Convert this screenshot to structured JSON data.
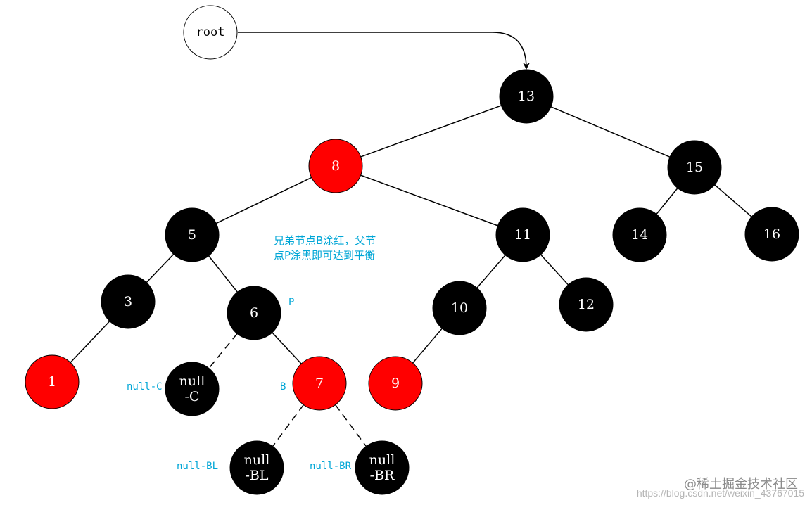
{
  "diagram": {
    "root": {
      "label": "root"
    },
    "nodes": [
      {
        "id": "n13",
        "lines": [
          "13"
        ],
        "color": "black"
      },
      {
        "id": "n8",
        "lines": [
          "8"
        ],
        "color": "red"
      },
      {
        "id": "n15",
        "lines": [
          "15"
        ],
        "color": "black"
      },
      {
        "id": "n5",
        "lines": [
          "5"
        ],
        "color": "black"
      },
      {
        "id": "n11",
        "lines": [
          "11"
        ],
        "color": "black"
      },
      {
        "id": "n14",
        "lines": [
          "14"
        ],
        "color": "black"
      },
      {
        "id": "n16",
        "lines": [
          "16"
        ],
        "color": "black"
      },
      {
        "id": "n3",
        "lines": [
          "3"
        ],
        "color": "black"
      },
      {
        "id": "n6",
        "lines": [
          "6"
        ],
        "color": "black"
      },
      {
        "id": "n10",
        "lines": [
          "10"
        ],
        "color": "black"
      },
      {
        "id": "n12",
        "lines": [
          "12"
        ],
        "color": "black"
      },
      {
        "id": "n1",
        "lines": [
          "1"
        ],
        "color": "red"
      },
      {
        "id": "nC",
        "lines": [
          "null",
          "-C"
        ],
        "color": "black"
      },
      {
        "id": "n7",
        "lines": [
          "7"
        ],
        "color": "red"
      },
      {
        "id": "n9",
        "lines": [
          "9"
        ],
        "color": "red"
      },
      {
        "id": "nBL",
        "lines": [
          "null",
          "-BL"
        ],
        "color": "black"
      },
      {
        "id": "nBR",
        "lines": [
          "null",
          "-BR"
        ],
        "color": "black"
      }
    ],
    "edges": [
      {
        "from": "n13",
        "to": "n8",
        "style": "solid"
      },
      {
        "from": "n13",
        "to": "n15",
        "style": "solid"
      },
      {
        "from": "n8",
        "to": "n5",
        "style": "solid"
      },
      {
        "from": "n8",
        "to": "n11",
        "style": "solid"
      },
      {
        "from": "n15",
        "to": "n14",
        "style": "solid"
      },
      {
        "from": "n15",
        "to": "n16",
        "style": "solid"
      },
      {
        "from": "n5",
        "to": "n3",
        "style": "solid"
      },
      {
        "from": "n5",
        "to": "n6",
        "style": "solid"
      },
      {
        "from": "n11",
        "to": "n10",
        "style": "solid"
      },
      {
        "from": "n11",
        "to": "n12",
        "style": "solid"
      },
      {
        "from": "n3",
        "to": "n1",
        "style": "solid"
      },
      {
        "from": "n6",
        "to": "nC",
        "style": "dashed"
      },
      {
        "from": "n6",
        "to": "n7",
        "style": "solid"
      },
      {
        "from": "n10",
        "to": "n9",
        "style": "solid"
      },
      {
        "from": "n7",
        "to": "nBL",
        "style": "dashed"
      },
      {
        "from": "n7",
        "to": "nBR",
        "style": "dashed"
      }
    ],
    "annotations": {
      "note_line1": "兄弟节点B涂红，父节",
      "note_line2": "点P涂黑即可达到平衡",
      "p_label": "P",
      "b_label": "B",
      "null_c_label": "null-C",
      "null_bl_label": "null-BL",
      "null_br_label": "null-BR"
    },
    "colors": {
      "black_node": "#000000",
      "red_node": "#ff0000",
      "node_text": "#ffffff",
      "annotation": "#00a6d6"
    }
  },
  "watermark": {
    "url": "https://blog.csdn.net/weixin_43767015",
    "brand": "@稀土掘金技术社区"
  }
}
